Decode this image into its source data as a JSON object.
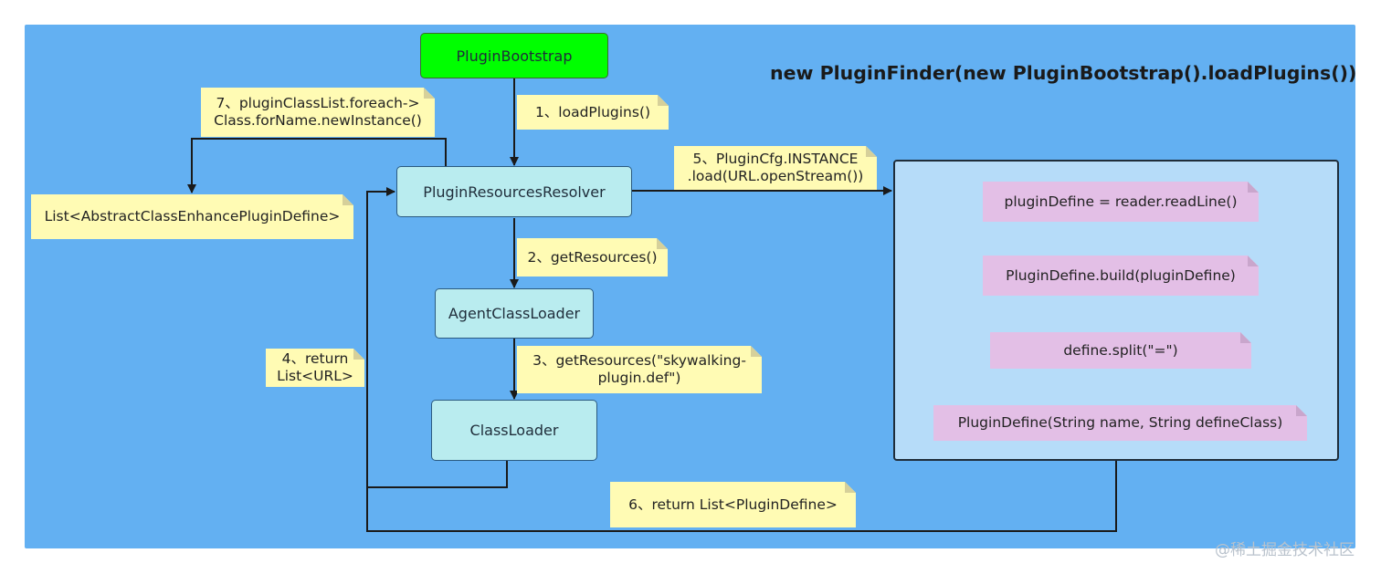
{
  "title": "new PluginFinder(new PluginBootstrap().loadPlugins())",
  "colors": {
    "background": "#63b0f2",
    "node": "#b9ecef",
    "start_node": "#00ff00",
    "note": "#fffbb4",
    "define_step": "#e3bfe6",
    "panel": "#b6dcf9"
  },
  "nodes": {
    "bootstrap": "PluginBootstrap",
    "resolver": "PluginResourcesResolver",
    "agent_loader": "AgentClassLoader",
    "class_loader": "ClassLoader"
  },
  "notes": {
    "step1": "1、loadPlugins()",
    "step2": "2、getResources()",
    "step3": "3、getResources(\"skywalking-\nplugin.def\")",
    "step4": "4、return\nList<URL>",
    "step5": "5、PluginCfg.INSTANCE\n.load(URL.openStream())",
    "step6": "6、return List<PluginDefine>",
    "step7": "7、pluginClassList.foreach->\nClass.forName.newInstance()",
    "result": "List<AbstractClassEnhancePluginDefine>"
  },
  "define_steps": {
    "read_line": "pluginDefine = reader.readLine()",
    "build": "PluginDefine.build(pluginDefine)",
    "split": "define.split(\"=\")",
    "construct": "PluginDefine(String name, String defineClass)"
  },
  "watermark": "@稀土掘金技术社区"
}
